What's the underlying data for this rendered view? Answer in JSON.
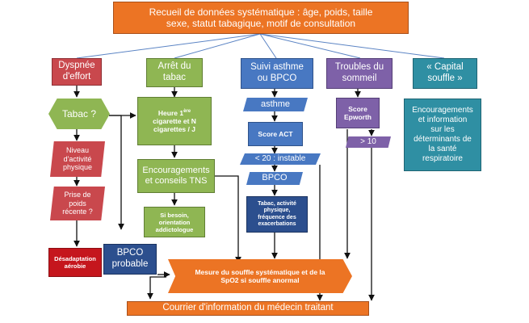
{
  "top": {
    "text": "Recueil de données systématique : âge, poids, taille\nsexe, statut tabagique, motif de consultation"
  },
  "columns": {
    "dyspnee": {
      "text": "Dyspnée\nd'effort"
    },
    "arret": {
      "text": "Arrêt du\ntabac"
    },
    "suivi": {
      "text": "Suivi asthme\nou BPCO"
    },
    "troubles": {
      "text": "Troubles du\nsommeil"
    },
    "capital": {
      "text": "« Capital\nsouffle »"
    }
  },
  "nodes": {
    "tabac_q": "Tabac ?",
    "niveau": "Niveau\nd'activité\nphysique",
    "prise": "Prise de\npoids\nrécente ?",
    "desadaptation": "Désadaptation\naérobie",
    "heure_prefix": "Heure 1",
    "heure_sup": "ère",
    "heure_rest": "\ncigarette et N\ncigarettes / J",
    "encouragements_tns": "Encouragements\net conseils TNS",
    "si_besoin": "Si besoin,\norientation\naddictologue",
    "asthme": "asthme",
    "score_act": "Score ACT",
    "instable": "< 20 : instable",
    "bpco": "BPCO",
    "tabac_activite": "Tabac, activité\nphysique,\nfréquence des\nexacerbations",
    "score_epworth": "Score\nEpworth",
    "gt10": "> 10",
    "encouragements_info": "Encouragements\net information\nsur les\ndéterminants de\nla santé\nrespiratoire",
    "bpco_probable": "BPCO\nprobable",
    "mesure": "Mesure du souffle systématique et de la\nSpO2 si souffle anormal",
    "courrier": "Courrier d'information du médecin traitant"
  },
  "colors": {
    "orange": "#ec7424",
    "red": "#c9484d",
    "green": "#8fb653",
    "blue": "#4878c2",
    "purple": "#7e61a8",
    "teal": "#2f8fa3",
    "navy": "#2c4f8e",
    "darkred": "#c5161d",
    "connector": "#5b84c4",
    "arrow": "#111111"
  }
}
